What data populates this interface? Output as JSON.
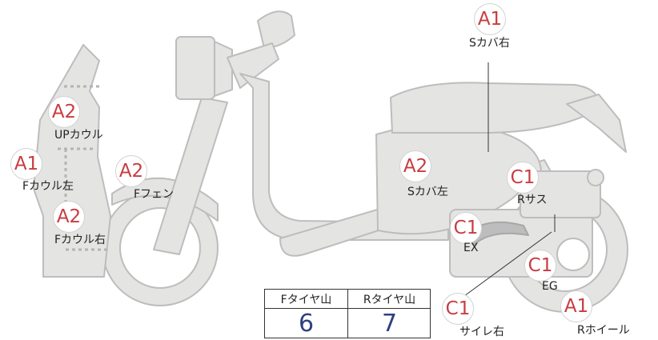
{
  "colors": {
    "body_fill": "#e4e4e2",
    "body_stroke": "#bdbdbd",
    "grade_a": "#c83c41",
    "grade_c": "#c83c41",
    "tread_value": "#2f3f80"
  },
  "parts": [
    {
      "grade": "A1",
      "label": "Sカバ右"
    },
    {
      "grade": "A2",
      "label": "UPカウル"
    },
    {
      "grade": "A1",
      "label": "Fカウル左"
    },
    {
      "grade": "A2",
      "label": "Fフェン"
    },
    {
      "grade": "A2",
      "label": "Sカバ左"
    },
    {
      "grade": "C1",
      "label": "Rサス"
    },
    {
      "grade": "A2",
      "label": "Fカウル右"
    },
    {
      "grade": "C1",
      "label": "EX"
    },
    {
      "grade": "C1",
      "label": "EG"
    },
    {
      "grade": "C1",
      "label": "サイレ右"
    },
    {
      "grade": "A1",
      "label": "Rホイール"
    }
  ],
  "tread": {
    "front_label": "Fタイヤ山",
    "rear_label": "Rタイヤ山",
    "front_value": "6",
    "rear_value": "7"
  }
}
